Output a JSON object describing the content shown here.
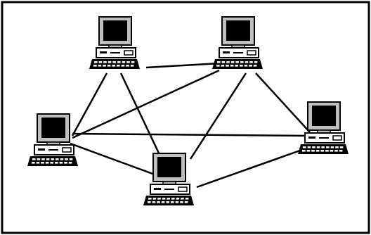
{
  "diagram": {
    "type": "mesh-network",
    "node_icon": "desktop-computer-icon",
    "nodes": [
      {
        "id": "pc-top-left"
      },
      {
        "id": "pc-top-right"
      },
      {
        "id": "pc-middle-left"
      },
      {
        "id": "pc-bottom-center"
      },
      {
        "id": "pc-middle-right"
      }
    ],
    "links": [
      [
        "pc-top-left",
        "pc-top-right"
      ],
      [
        "pc-top-left",
        "pc-middle-left"
      ],
      [
        "pc-top-left",
        "pc-bottom-center"
      ],
      [
        "pc-top-right",
        "pc-middle-left"
      ],
      [
        "pc-top-right",
        "pc-bottom-center"
      ],
      [
        "pc-top-right",
        "pc-middle-right"
      ],
      [
        "pc-middle-left",
        "pc-middle-right"
      ],
      [
        "pc-middle-left",
        "pc-bottom-center"
      ],
      [
        "pc-bottom-center",
        "pc-middle-right"
      ]
    ],
    "colors": {
      "line": "#000000",
      "screen": "#000000",
      "monitor": "#bfbfbf",
      "background": "#ffffff"
    }
  }
}
